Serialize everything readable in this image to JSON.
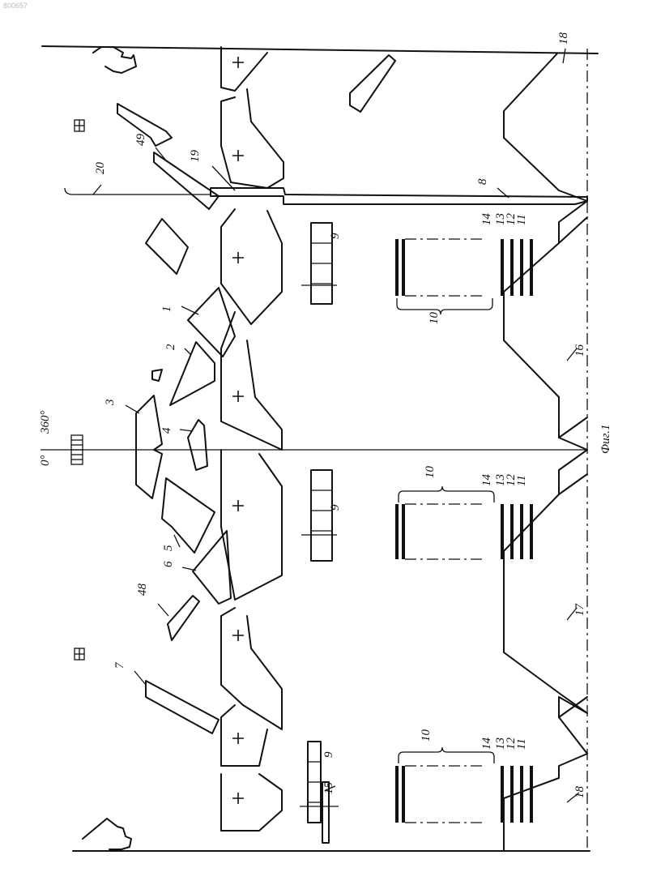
{
  "corner_code": "800657",
  "figure_caption": "Фиг.1",
  "angle_labels": {
    "start": "0°",
    "end": "360°"
  },
  "part_labels": {
    "p1": "1",
    "p2": "2",
    "p3": "3",
    "p4": "4",
    "p5": "5",
    "p6": "6",
    "p7": "7",
    "p8": "8",
    "p9": "9",
    "p10": "10",
    "p11": "11",
    "p12": "12",
    "p13": "13",
    "p14": "14",
    "p15": "15",
    "p16": "16",
    "p17": "17",
    "p18": "18",
    "p19": "19",
    "p20": "20",
    "p48": "48",
    "p49": "49"
  }
}
